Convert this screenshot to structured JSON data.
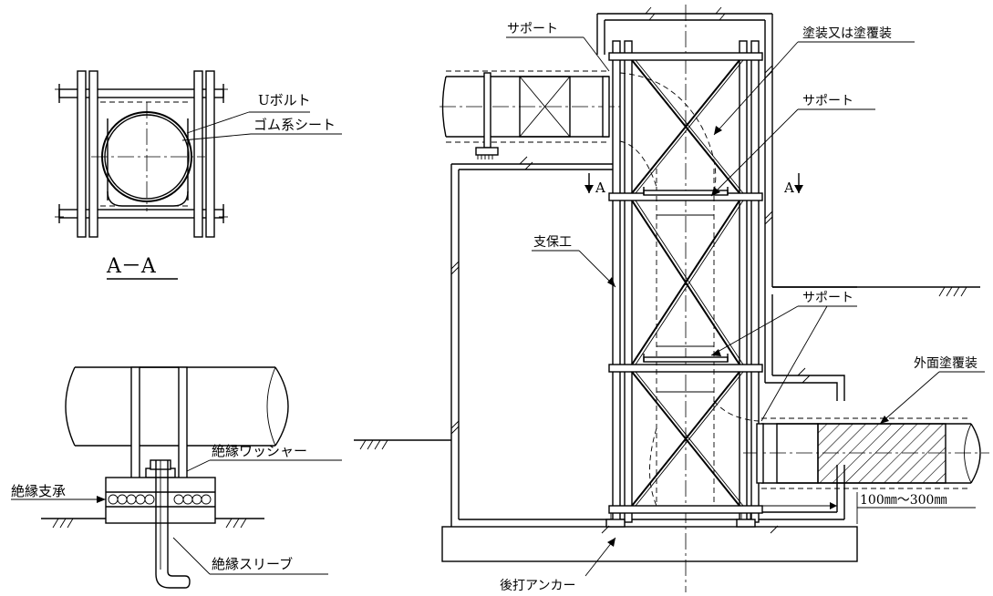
{
  "labels": {
    "u_bolt": "Uボルト",
    "rubber_sheet": "ゴム系シート",
    "section_aa": "A－A",
    "insulating_washer": "絶縁ワッシャー",
    "insulating_bearing": "絶縁支承",
    "insulating_sleeve": "絶縁スリーブ",
    "support_top": "サポート",
    "coating": "塗装又は塗覆装",
    "support_mid": "サポート",
    "section_mark_left": "A",
    "section_mark_right": "A",
    "shoring": "支保工",
    "support_lower": "サポート",
    "outer_coating": "外面塗覆装",
    "clearance": "100㎜～300㎜",
    "post_anchor": "後打アンカー"
  }
}
